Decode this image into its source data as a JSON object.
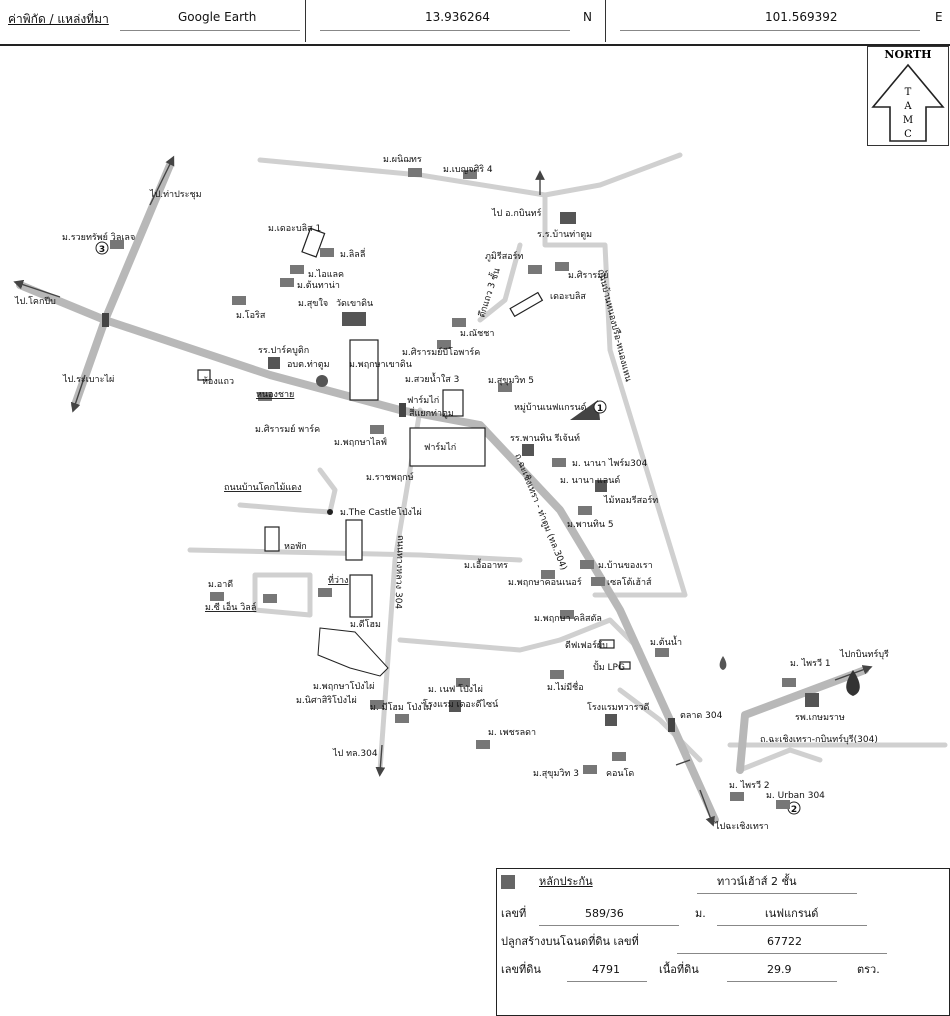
{
  "header": {
    "coord_label": "ค่าพิกัด / แหล่งที่มา",
    "source": "Google Earth",
    "lat": "13.936264",
    "lat_dir": "N",
    "lon": "101.569392",
    "lon_dir": "E"
  },
  "north": {
    "title": "NORTH",
    "letters": [
      "T",
      "A",
      "M",
      "C"
    ]
  },
  "places": {
    "l1": "ม.ผนิฌทร",
    "l2": "ม.เบญจศิริ 4",
    "l3": "ไป อ.กบินทร์",
    "l4": "ร.ร.บ้านท่าตูม",
    "l5": "ไป.ท่าประชุม",
    "l6": "ม.รวยทรัพย์ วิลเลจ",
    "l7": "ม.เดอะบลิส 1",
    "l8": "ม.ลิลลี่",
    "l9": "ภูมิรีสอร์ท",
    "l10": "ม.ศิรารมย์",
    "l11": "เดอะบลิส",
    "l12": "ตึกแถว 3 ชั้น",
    "l13": "ม.ไอแลค",
    "l14": "ม.ต้นทาน่า",
    "l15": "ม.สุขใจ",
    "l16": "วัดเขาดิน",
    "l17": "ไป.โคกปีบ",
    "l18": "ม.โอริส",
    "l19": "ม.ณัชชา",
    "l20": "รร.ปาร์คบูติก",
    "l21": "อบต.ท่าตูม",
    "l22": "ม.พฤกษาเขาดิน",
    "l23": "ม.ศิรารมย์บีโอพาร์ค",
    "l24": "ม.สวยน้ำใส 3",
    "l25": "ม.สุขุมวิท 5",
    "l26": "ไป.ระเบาะไผ่",
    "l27": "ห้องแถว",
    "l28": "หนองชาย",
    "l29": "ฟาร์มไก่",
    "l30": "สี่แยกท่าตูม",
    "l31": "หมู่บ้านเนฟแกรนด์",
    "l32": "ม.ศิรารมย์ พาร์ค",
    "l33": "ม.พฤกษาไลฟ์",
    "l34": "ฟาร์มไก่",
    "l35": "รร.พานทิน รีเจ้นท์",
    "l36": "ม.ราชพฤกษ์",
    "l37": "ม. นานา ไพร์ม304",
    "l38": "ม. นานา แลนด์",
    "l39": "ไม้หอมรีสอร์ท",
    "l40": "ถนนบ้านโคกไม้แดง",
    "l41": "ม.The Castle",
    "l42": "โป่งไผ่",
    "l43": "ม.พานทิน 5",
    "l44": "หอพัก",
    "l45": "ม.เอื้ออาทร",
    "l46": "ม.บ้านของเรา",
    "l47": "ม.พฤกษาคอนเนอร์",
    "l48": "เซลโต้เฮ้าส์",
    "l49": "ม.อาดี",
    "l50": "ที่ว่าง",
    "l51": "ม.ซี เอ็น วิลล์",
    "l52": "ม.ดีโฮม",
    "l53": "ม.พฤกษา คลิสตัล",
    "l54": "ดีฟเฟอร์ผับ",
    "l55": "ม.ต้นน้ำ",
    "l56": "ปั้ม LPG",
    "l57": "ม. ไพรวี 1",
    "l58": "ไปกบินทร์บุรี",
    "l59": "ม. เนฟ โป่งไผ่",
    "l60": "ม.พฤกษาโป่งไผ่",
    "l61": "โรงแรม เดอะดีไซน์",
    "l62": "ม.ไม่มีชื่อ",
    "l63": "ม.นิศาสิริโป่งไผ่",
    "l64": "ม. มีโฮม โป่งไผ่",
    "l65": "โรงแรมทวารวดี",
    "l66": "ตลาด 304",
    "l67": "รพ.เกษมราษ",
    "l68": "ม. เพชรลดา",
    "l69": "ถ.ฉะเชิงเทรา-กบินทร์บุรี(304)",
    "l70": "ไป ทล.304",
    "l71": "ม.สุขุมวิท 3",
    "l72": "คอนโด",
    "l73": "ม. ไพรวี 2",
    "l74": "ม. Urban 304",
    "l75": "ไปฉะเชิงเทรา",
    "r1": "ถนนบ้านหนองปรือ-หนองแหน",
    "r2": "ถ.ฉะเชิงเทรา - ท่าตูม (ทล.304)",
    "r3": "ถนนทางหลวง 304",
    "n1": "1",
    "n2": "2",
    "n3": "3"
  },
  "legend": {
    "title": "หลักประกัน",
    "type": "ทาวน์เฮ้าส์ 2 ชั้น",
    "no_label": "เลขที่",
    "no_value": "589/36",
    "village_label": "ม.",
    "village_value": "เนฟแกรนด์",
    "deed_label": "ปลูกสร้างบนโฉนดที่ดิน เลขที่",
    "deed_value": "67722",
    "land_no_label": "เลขที่ดิน",
    "land_no_value": "4791",
    "area_label": "เนื้อที่ดิน",
    "area_value": "29.9",
    "area_unit": "ตรว."
  },
  "colors": {
    "road": "#c8c8c8",
    "major_road": "#b4b4b4",
    "line": "#222222",
    "icon": "#777777"
  }
}
